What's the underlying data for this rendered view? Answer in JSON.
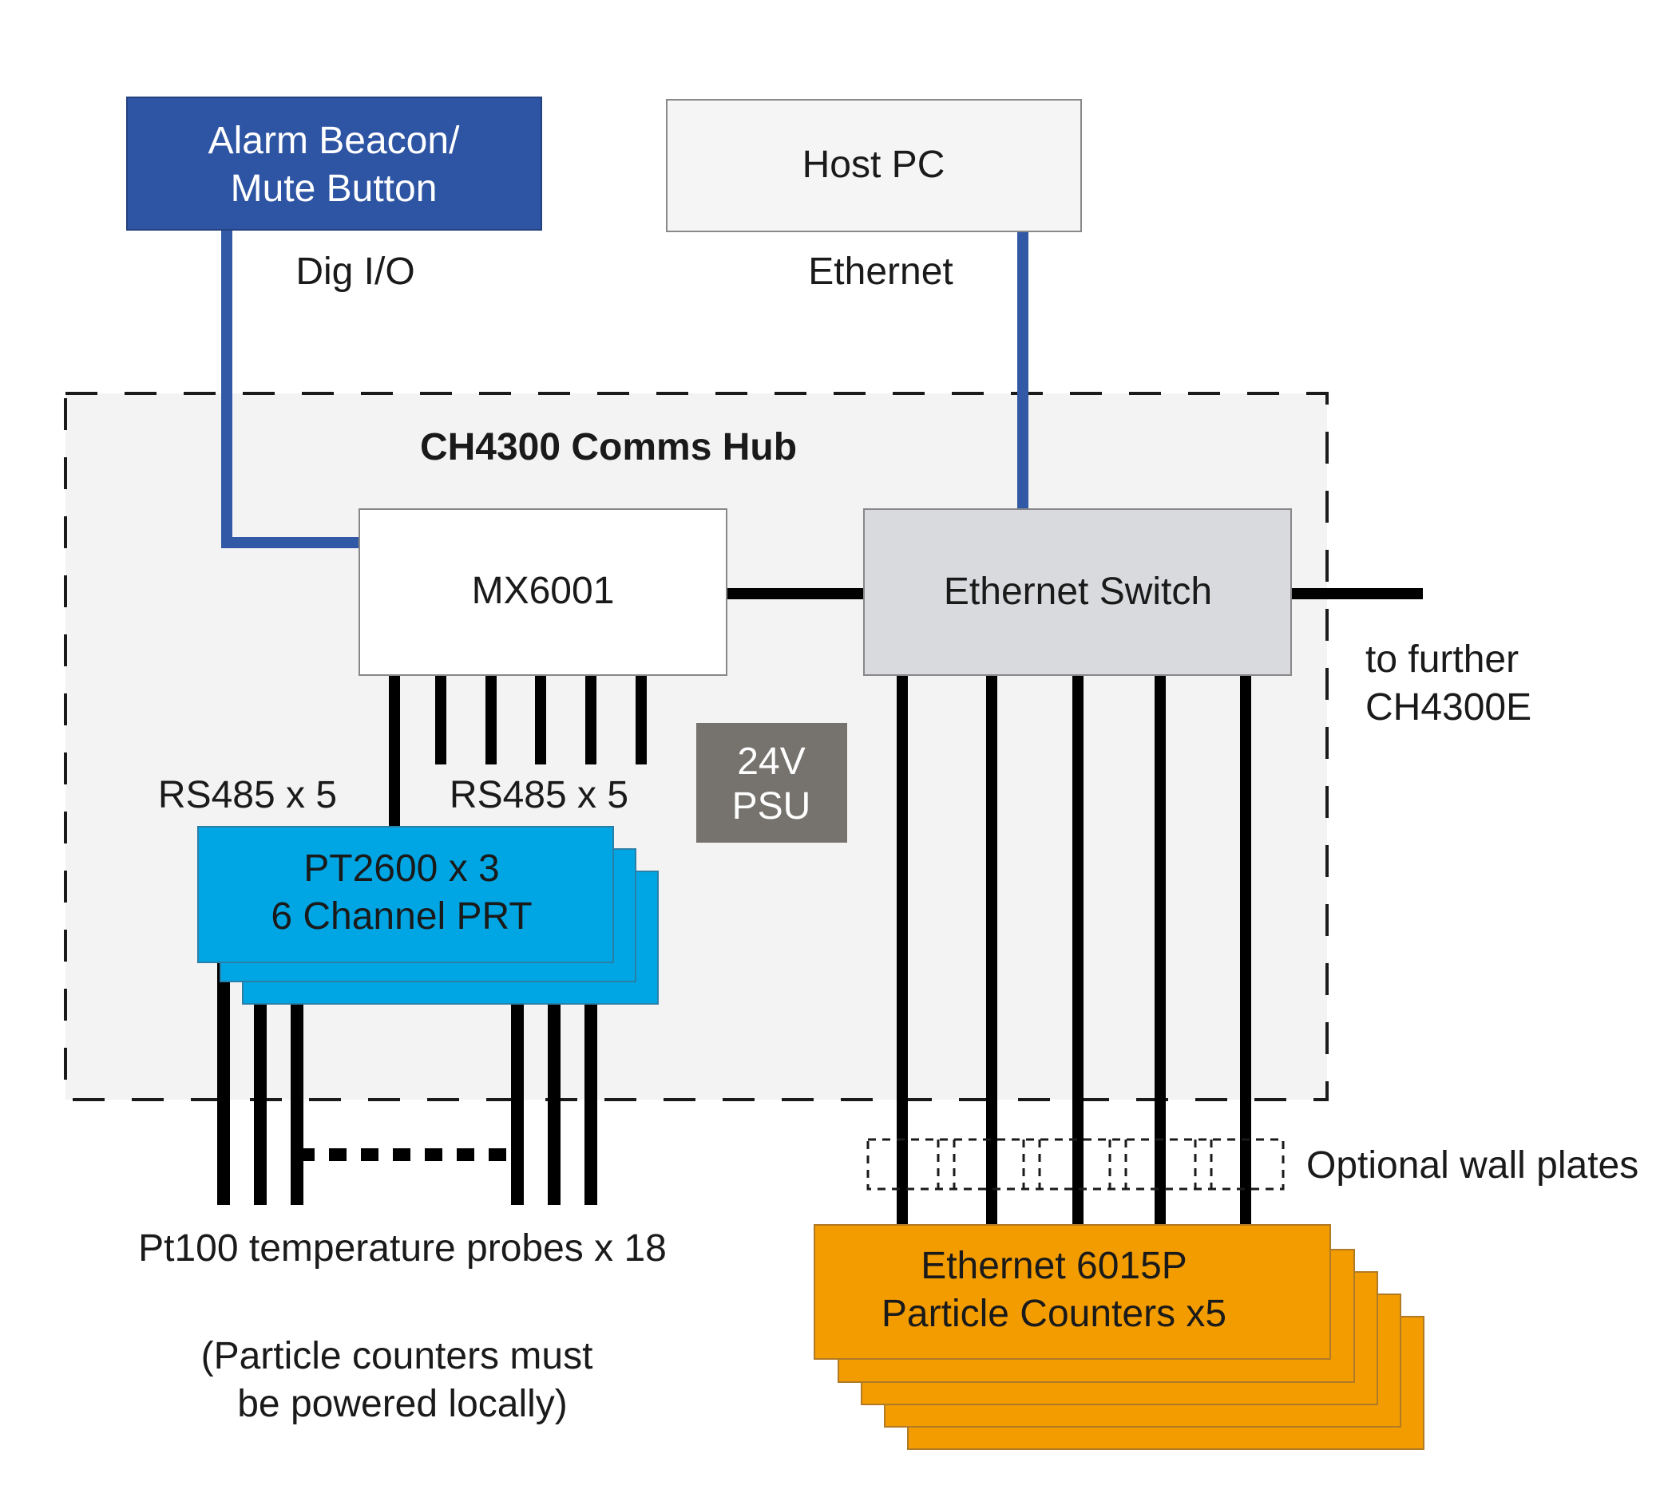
{
  "hub": {
    "title": "CH4300 Comms Hub"
  },
  "alarm": {
    "line1": "Alarm Beacon/",
    "line2": "Mute Button"
  },
  "host": {
    "label": "Host PC"
  },
  "mx": {
    "label": "MX6001"
  },
  "switch": {
    "label": "Ethernet Switch"
  },
  "psu": {
    "line1": "24V",
    "line2": "PSU"
  },
  "pt": {
    "line1": "PT2600 x 3",
    "line2": "6 Channel PRT"
  },
  "counters": {
    "line1": "Ethernet 6015P",
    "line2": "Particle Counters x5"
  },
  "labels": {
    "dig_io": "Dig I/O",
    "ethernet": "Ethernet",
    "rs485_left": "RS485 x 5",
    "rs485_right": "RS485 x 5",
    "further_1": "to further",
    "further_2": "CH4300E",
    "wall_plates": "Optional wall plates",
    "probes": "Pt100 temperature probes x 18",
    "note_1": "(Particle counters must",
    "note_2": "be powered locally)"
  },
  "colors": {
    "alarm_fill": "#2e55a3",
    "link_blue": "#3159a6",
    "pt_fill": "#00a6e3",
    "counter_fill": "#f39c00",
    "psu_fill": "#76736e",
    "switch_fill": "#d9dadd",
    "hub_fill": "#f3f3f3",
    "host_fill": "#f5f5f5"
  }
}
